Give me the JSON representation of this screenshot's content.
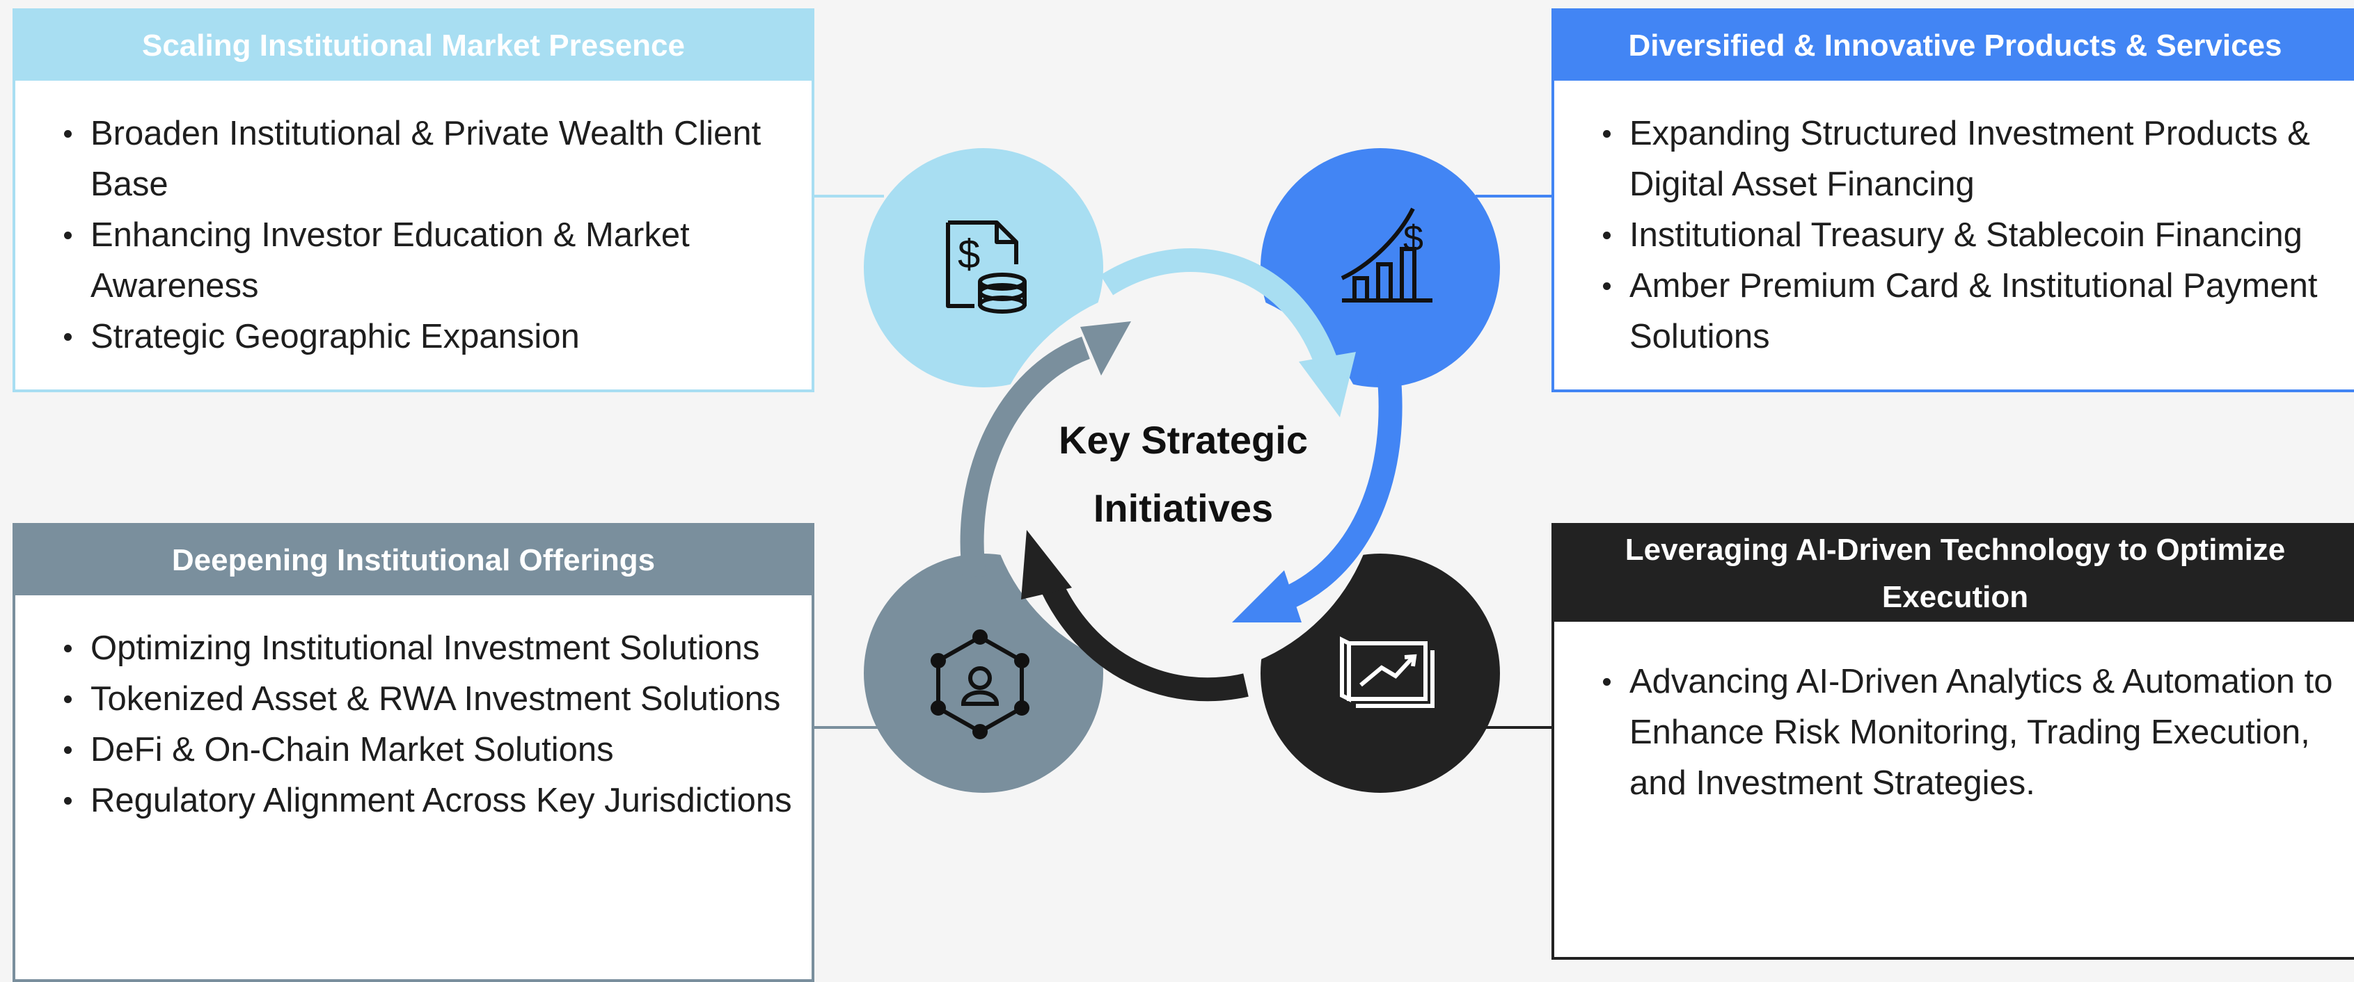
{
  "center": {
    "line1": "Key Strategic",
    "line2": "Initiatives"
  },
  "quadrants": {
    "top_left": {
      "title": "Scaling Institutional Market Presence",
      "color": "#a8def2",
      "icon": "document-dollar-coins-icon",
      "items": [
        "Broaden Institutional & Private Wealth Client Base",
        "Enhancing Investor Education & Market Awareness",
        "Strategic Geographic Expansion"
      ]
    },
    "top_right": {
      "title": "Diversified & Innovative Products & Services",
      "color": "#4285f4",
      "icon": "growth-chart-dollar-icon",
      "items": [
        "Expanding Structured Investment Products & Digital Asset Financing",
        "Institutional Treasury & Stablecoin Financing",
        "Amber Premium Card & Institutional Payment Solutions"
      ]
    },
    "bottom_left": {
      "title": "Deepening Institutional Offerings",
      "color": "#7a8f9d",
      "icon": "network-user-hexagon-icon",
      "items": [
        "Optimizing Institutional Investment Solutions",
        "Tokenized Asset & RWA Investment Solutions",
        "DeFi & On-Chain Market Solutions",
        "Regulatory Alignment Across Key Jurisdictions"
      ]
    },
    "bottom_right": {
      "title": "Leveraging AI-Driven Technology to Optimize Execution",
      "color": "#222222",
      "icon": "analytics-report-icon",
      "items": [
        "Advancing AI-Driven Analytics & Automation to Enhance Risk Monitoring, Trading Execution, and Investment Strategies."
      ]
    }
  }
}
